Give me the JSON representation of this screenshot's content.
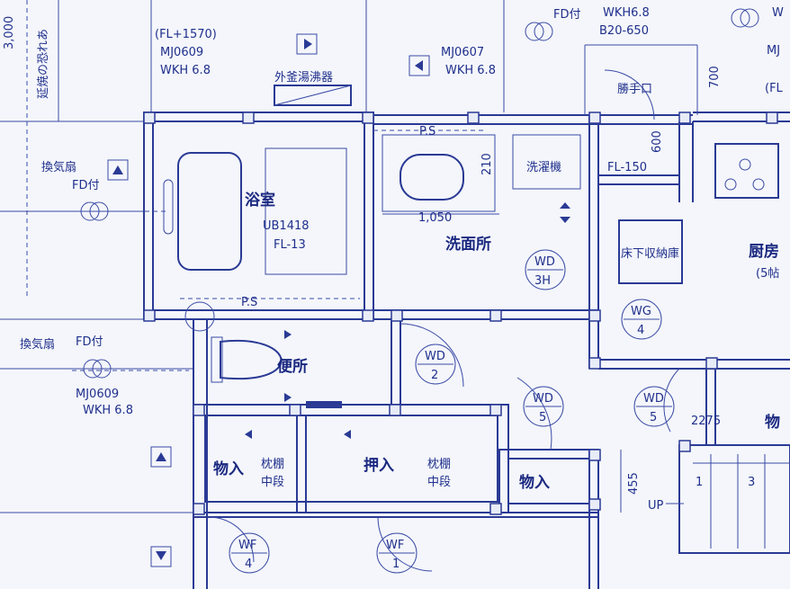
{
  "labels": {
    "top_left_dim": "3,000",
    "fire_note": "延焼の恐れあ",
    "fl_1570": "(FL+1570)",
    "mj0609_top": "MJ0609",
    "wkh68_top": "WKH 6.8",
    "gas_water_heater": "外釜湯沸器",
    "mj0607": "MJ0607",
    "wkh68_mid": "WKH 6.8",
    "fd_top": "FD付",
    "wkh68_right": "WKH6.8",
    "b20_650": "B20-650",
    "mj_right": "MJ",
    "w_right": "W",
    "fl_right": "(FL",
    "fan_top": "換気扇",
    "fd_fan_top": "FD付",
    "bath": "浴室",
    "ub1418": "UB1418",
    "fl13": "FL-13",
    "ps_top": "P.S",
    "ps_bottom": "P.S",
    "dim_210": "210",
    "dim_1050": "1,050",
    "washroom": "洗面所",
    "washing_machine": "洗濯機",
    "back_door": "勝手口",
    "dim_700": "700",
    "dim_600": "600",
    "fl150": "FL-150",
    "underfloor_storage": "床下収納庫",
    "kitchen": "厨房",
    "kitchen_sub": "(5帖",
    "fan_bottom": "換気扇",
    "fd_fan_bottom": "FD付",
    "mj0609_bottom": "MJ0609",
    "wkh68_bottom": "WKH 6.8",
    "toilet": "便所",
    "storage_left": "物入",
    "shelf_left": "枕棚",
    "middle_left": "中段",
    "closet": "押入",
    "shelf_mid": "枕棚",
    "middle_mid": "中段",
    "storage_right": "物入",
    "dim_455": "455",
    "up": "UP",
    "dim_2275": "2275",
    "storage_far": "物",
    "stair_1": "1",
    "stair_3": "3"
  },
  "tags": [
    {
      "top": "WD",
      "bottom": "3H"
    },
    {
      "top": "WD",
      "bottom": "2"
    },
    {
      "top": "WG",
      "bottom": "4"
    },
    {
      "top": "WD",
      "bottom": "5"
    },
    {
      "top": "WD",
      "bottom": "5"
    },
    {
      "top": "WF",
      "bottom": "4"
    },
    {
      "top": "WF",
      "bottom": "1"
    }
  ],
  "colors": {
    "ink": "#1f2f8c",
    "paper": "#f4f6fb"
  }
}
